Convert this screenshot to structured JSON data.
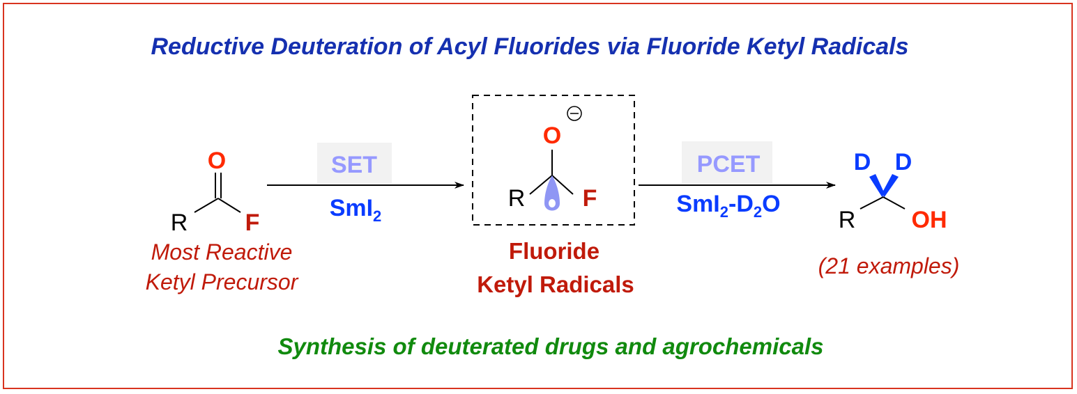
{
  "title": "Reductive Deuteration of Acyl Fluorides via Fluoride Ketyl Radicals",
  "starting_material": {
    "atoms": {
      "O": "O",
      "R": "R",
      "F": "F"
    },
    "caption_line1": "Most Reactive",
    "caption_line2": "Ketyl Precursor"
  },
  "step1": {
    "label": "SET",
    "reagent_main": "SmI",
    "reagent_sub": "2"
  },
  "intermediate": {
    "atoms": {
      "O": "O",
      "R": "R",
      "F": "F"
    },
    "charge": "−",
    "caption_line1": "Fluoride",
    "caption_line2": "Ketyl Radicals"
  },
  "step2": {
    "label": "PCET",
    "reagent_part1": "SmI",
    "reagent_sub1": "2",
    "reagent_part2": "-D",
    "reagent_sub2": "2",
    "reagent_part3": "O"
  },
  "product": {
    "atoms": {
      "D1": "D",
      "D2": "D",
      "R": "R",
      "OH": "OH"
    },
    "caption": "(21 examples)"
  },
  "footer": "Synthesis of deuterated drugs and agrochemicals",
  "colors": {
    "border": "#d8341f",
    "title": "#1530b0",
    "dark_red": "#c01a0a",
    "oxygen": "#ff2a00",
    "reagent_blue": "#0a3cff",
    "label_light_blue": "#9699ff",
    "label_bg": "#f2f2f2",
    "lobe": "#8f96f4",
    "green": "#118a0e"
  }
}
